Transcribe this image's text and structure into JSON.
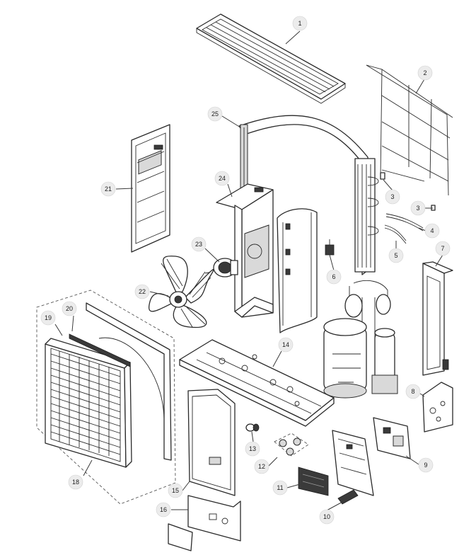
{
  "parts": [
    {
      "id": "part-1",
      "label": "1"
    },
    {
      "id": "part-2",
      "label": "2"
    },
    {
      "id": "part-3a",
      "label": "3"
    },
    {
      "id": "part-3b",
      "label": "3"
    },
    {
      "id": "part-4",
      "label": "4"
    },
    {
      "id": "part-5",
      "label": "5"
    },
    {
      "id": "part-6",
      "label": "6"
    },
    {
      "id": "part-7",
      "label": "7"
    },
    {
      "id": "part-8",
      "label": "8"
    },
    {
      "id": "part-9",
      "label": "9"
    },
    {
      "id": "part-10",
      "label": "10"
    },
    {
      "id": "part-11",
      "label": "11"
    },
    {
      "id": "part-12",
      "label": "12"
    },
    {
      "id": "part-13",
      "label": "13"
    },
    {
      "id": "part-14",
      "label": "14"
    },
    {
      "id": "part-15",
      "label": "15"
    },
    {
      "id": "part-16",
      "label": "16"
    },
    {
      "id": "part-18",
      "label": "18"
    },
    {
      "id": "part-19",
      "label": "19"
    },
    {
      "id": "part-20",
      "label": "20"
    },
    {
      "id": "part-21",
      "label": "21"
    },
    {
      "id": "part-22",
      "label": "22"
    },
    {
      "id": "part-23",
      "label": "23"
    },
    {
      "id": "part-24",
      "label": "24"
    },
    {
      "id": "part-25",
      "label": "25"
    }
  ]
}
